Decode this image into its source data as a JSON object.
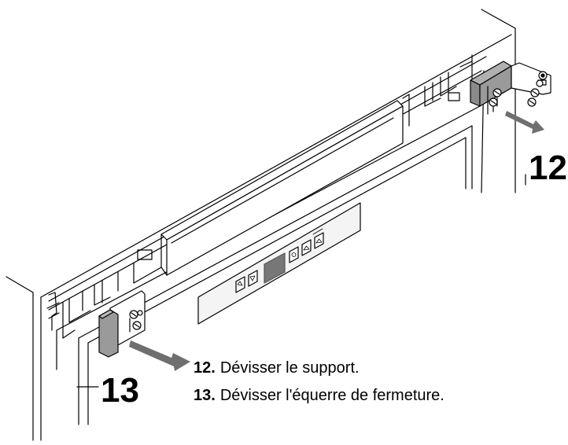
{
  "callouts": {
    "label_12": "12",
    "label_13": "13"
  },
  "instructions": [
    {
      "number": "12.",
      "text": "Dévisser le support."
    },
    {
      "number": "13.",
      "text": "Dévisser l'équerre de fermeture."
    }
  ],
  "colors": {
    "line": "#000000",
    "hinge_fill": "#9a9a9a",
    "hinge_fill_dark": "#7d7d7d",
    "arrow": "#6f6f6f",
    "display": "#777777",
    "panel_fill": "#f4f4f4"
  }
}
